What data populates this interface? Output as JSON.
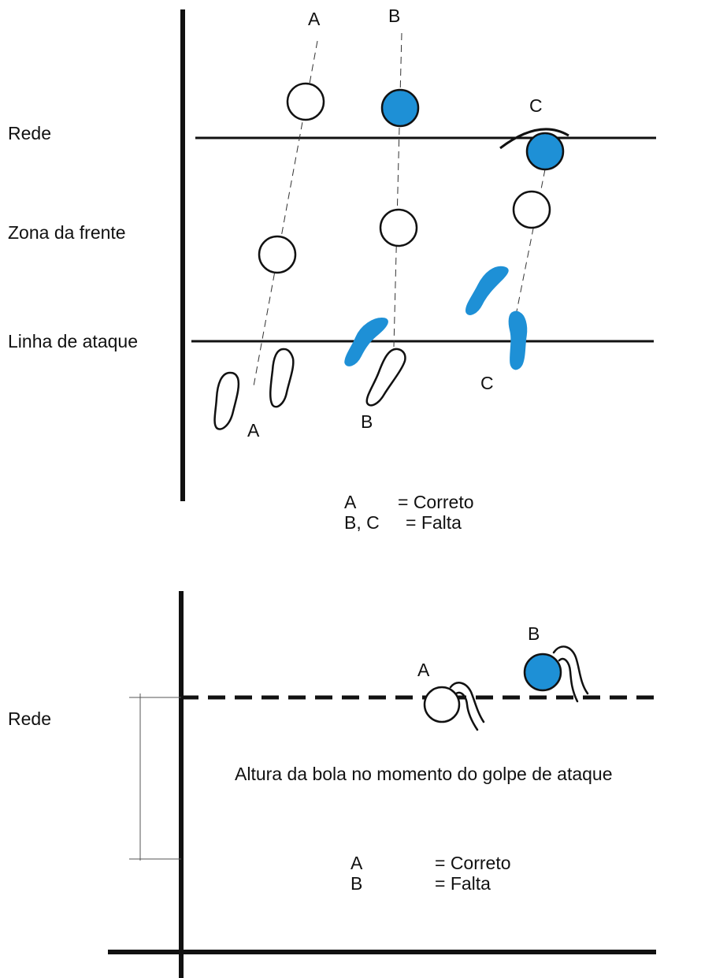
{
  "colors": {
    "ink": "#111111",
    "fault_fill": "#1e90d6",
    "background": "#ffffff"
  },
  "diagram_top": {
    "labels": {
      "net": "Rede",
      "front_zone": "Zona da frente",
      "attack_line": "Linha de ataque"
    },
    "trajectory_letters": {
      "a": "A",
      "b": "B",
      "c": "C"
    },
    "feet_letters": {
      "a": "A",
      "b": "B",
      "c": "C"
    },
    "legend": {
      "row1_key": "A",
      "row1_value": "= Correto",
      "row2_key": "B, C",
      "row2_value": "= Falta"
    }
  },
  "diagram_bottom": {
    "labels": {
      "net": "Rede",
      "ball_height": "Altura da bola no momento do golpe de ataque"
    },
    "ball_letters": {
      "a": "A",
      "b": "B"
    },
    "legend": {
      "row1_key": "A",
      "row1_value": "= Correto",
      "row2_key": "B",
      "row2_value": "= Falta"
    }
  }
}
